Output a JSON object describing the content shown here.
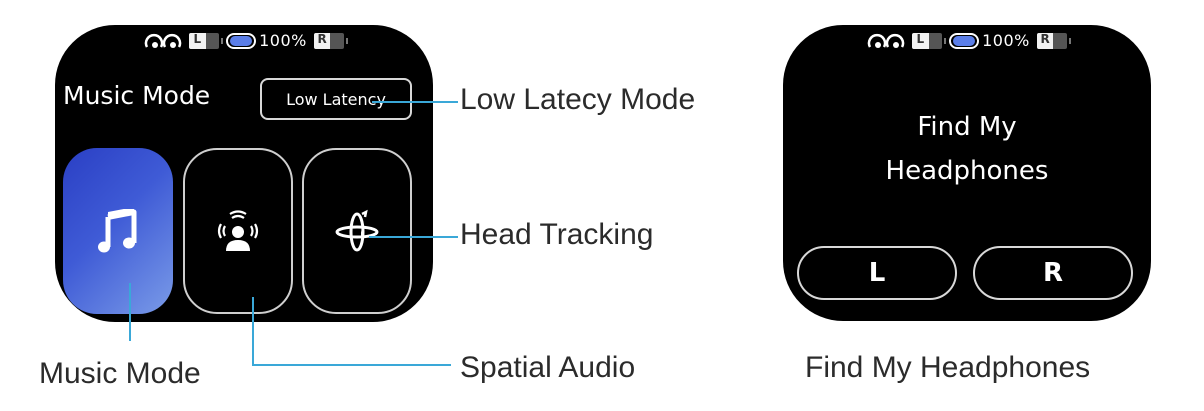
{
  "status_bar": {
    "left_bud_label": "L",
    "right_bud_label": "R",
    "case_battery": "100%",
    "case_color": "#5b7ee8"
  },
  "left_screen": {
    "title": "Music Mode",
    "low_latency_button": "Low Latency",
    "tiles": [
      {
        "name": "music-mode",
        "icon": "music-note-icon",
        "active": true
      },
      {
        "name": "spatial-audio",
        "icon": "spatial-audio-icon",
        "active": false
      },
      {
        "name": "head-tracking",
        "icon": "head-tracking-icon",
        "active": false
      }
    ]
  },
  "right_screen": {
    "title_line1": "Find My",
    "title_line2": "Headphones",
    "left_button": "L",
    "right_button": "R"
  },
  "callouts": {
    "low_latency": "Low Latecy Mode",
    "head_tracking": "Head Tracking",
    "music_mode": "Music Mode",
    "spatial_audio": "Spatial Audio",
    "find_my": "Find My Headphones"
  },
  "colors": {
    "accent_line": "#3aa8d8",
    "active_tile_start": "#2a3fc4",
    "active_tile_end": "#7a9be8"
  }
}
